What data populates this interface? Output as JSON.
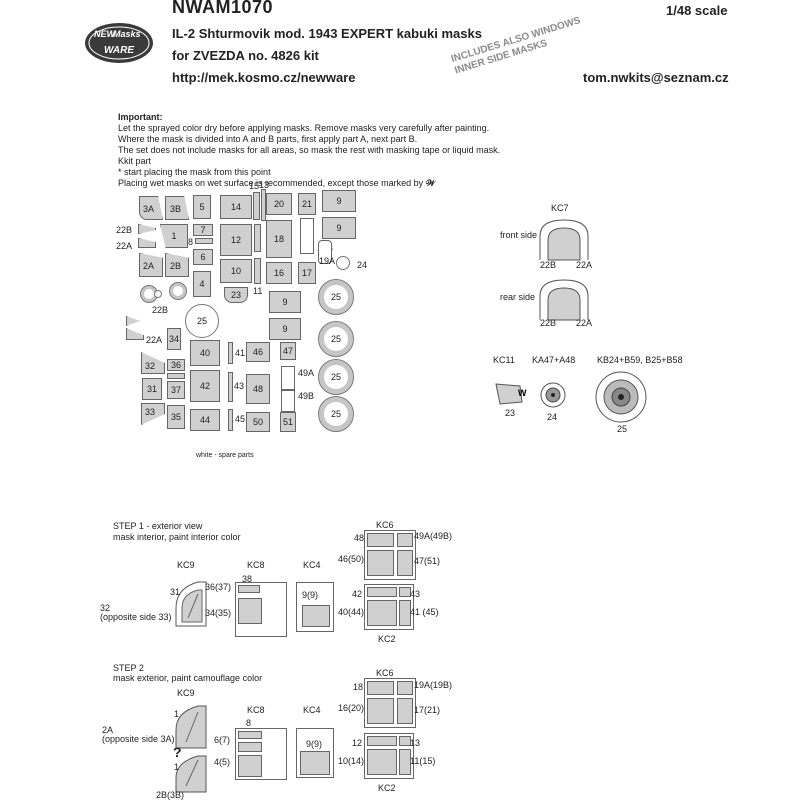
{
  "header": {
    "code": "NWAM1070",
    "scale": "1/48 scale",
    "title": "IL-2 Shturmovik mod. 1943 EXPERT kabuki masks",
    "subtitle": "for ZVEZDA no. 4826 kit",
    "url": "http://mek.kosmo.cz/newware",
    "email": "tom.nwkits@seznam.cz",
    "stamp_line1": "INCLUDES ALSO WINDOWS",
    "stamp_line2": "INNER SIDE MASKS",
    "logo_line1": "NEW",
    "logo_line2": "Masks",
    "logo_line3": "WARE"
  },
  "notes": {
    "heading": "Important:",
    "lines": [
      "Let the sprayed color dry before applying masks. Remove masks very carefully after painting.",
      "Where the mask is divided into A and B parts, first apply part A, next part B.",
      "The set does not include masks for all areas, so mask the rest with masking tape or liquid mask.",
      "Kkit part",
      "* start placing the mask from this point",
      "Placing wet masks on wet surface is recommended, except those marked by"
    ]
  },
  "sheet": {
    "spare_note": "white - spare parts",
    "masks": [
      {
        "id": "3A"
      },
      {
        "id": "3B"
      },
      {
        "id": "5"
      },
      {
        "id": "14"
      },
      {
        "id": "15"
      },
      {
        "id": "13"
      },
      {
        "id": "20"
      },
      {
        "id": "21"
      },
      {
        "id": "9a"
      },
      {
        "id": "22B"
      },
      {
        "id": "22A"
      },
      {
        "id": "1"
      },
      {
        "id": "7"
      },
      {
        "id": "8"
      },
      {
        "id": "12"
      },
      {
        "id": "18"
      },
      {
        "id": "19B"
      },
      {
        "id": "9b"
      },
      {
        "id": "2A"
      },
      {
        "id": "2B"
      },
      {
        "id": "6"
      },
      {
        "id": "10"
      },
      {
        "id": "16"
      },
      {
        "id": "17"
      },
      {
        "id": "19A"
      },
      {
        "id": "24"
      },
      {
        "id": "4"
      },
      {
        "id": "23"
      },
      {
        "id": "11"
      },
      {
        "id": "9c"
      },
      {
        "id": "25a"
      },
      {
        "id": "22B2"
      },
      {
        "id": "25b"
      },
      {
        "id": "34"
      },
      {
        "id": "22A2"
      },
      {
        "id": "9d"
      },
      {
        "id": "25c"
      },
      {
        "id": "40"
      },
      {
        "id": "41"
      },
      {
        "id": "46"
      },
      {
        "id": "47"
      },
      {
        "id": "32"
      },
      {
        "id": "36"
      },
      {
        "id": "49A"
      },
      {
        "id": "25d"
      },
      {
        "id": "31"
      },
      {
        "id": "37"
      },
      {
        "id": "42"
      },
      {
        "id": "43"
      },
      {
        "id": "48"
      },
      {
        "id": "49B"
      },
      {
        "id": "33"
      },
      {
        "id": "35"
      },
      {
        "id": "44"
      },
      {
        "id": "45"
      },
      {
        "id": "50"
      },
      {
        "id": "51"
      },
      {
        "id": "25e"
      }
    ],
    "labels": {
      "m3A": "3A",
      "m3B": "3B",
      "m5": "5",
      "m14": "14",
      "m15": "15",
      "m13": "13",
      "m20": "20",
      "m21": "21",
      "m9": "9",
      "m22B": "22B",
      "m22A": "22A",
      "m1": "1",
      "m7": "7",
      "m8": "8",
      "m12": "12",
      "m18": "18",
      "m19B": "19B",
      "m2A": "2A",
      "m2B": "2B",
      "m6": "6",
      "m10": "10",
      "m16": "16",
      "m17": "17",
      "m19A": "19A",
      "m24": "24",
      "m4": "4",
      "m23": "23",
      "m11": "11",
      "m25": "25",
      "m34": "34",
      "m40": "40",
      "m41": "41",
      "m46": "46",
      "m47": "47",
      "m32": "32",
      "m36": "36",
      "m49A": "49A",
      "m31": "31",
      "m37": "37",
      "m42": "42",
      "m43": "43",
      "m48": "48",
      "m49B": "49B",
      "m33": "33",
      "m35": "35",
      "m44": "44",
      "m45": "45",
      "m50": "50",
      "m51": "51"
    }
  },
  "kc7": {
    "title": "KC7",
    "front": "front side",
    "rear": "rear side",
    "l22B": "22B",
    "l22A": "22A"
  },
  "smallparts": {
    "kc11": "KC11",
    "ka": "KA47+A48",
    "kb": "KB24+B59, B25+B58",
    "n23": "23",
    "n24": "24",
    "n25": "25"
  },
  "step1": {
    "title": "STEP 1 - exterior view",
    "desc": "mask interior, paint interior color",
    "kc9": "KC9",
    "kc8": "KC8",
    "kc4": "KC4",
    "kc6": "KC6",
    "kc2": "KC2",
    "l31": "31",
    "l36_37": "36(37)",
    "l34_35": "34(35)",
    "l32": "32",
    "l32b": "(opposite side 33)",
    "l38": "38",
    "l9_9": "9(9)",
    "l48": "48",
    "l49A": "49A(49B)",
    "l46": "46(50)",
    "l47": "47(51)",
    "l42": "42",
    "l43": "43",
    "l40": "40(44)",
    "l41": "41 (45)"
  },
  "step2": {
    "title": "STEP 2",
    "desc": "mask exterior, paint camouflage color",
    "kc9": "KC9",
    "kc8": "KC8",
    "kc4": "KC4",
    "kc6": "KC6",
    "kc2": "KC2",
    "l1a": "1",
    "l1b": "1",
    "l2A": "2A",
    "l2Ab": "(opposite side 3A)",
    "l2B": "2B(3B)",
    "q": "?",
    "l8": "8",
    "l6_7": "6(7)",
    "l4_5": "4(5)",
    "l9_9": "9(9)",
    "l18": "18",
    "l19A": "19A(19B)",
    "l16": "16(20)",
    "l17": "17(21)",
    "l12": "12",
    "l13": "13",
    "l10": "10(14)",
    "l11": "11(15)"
  },
  "colors": {
    "mask_fill": "#d0d0d0",
    "line": "#666666",
    "ring": "#c6c6c6",
    "logo": "#3a3a3a"
  }
}
